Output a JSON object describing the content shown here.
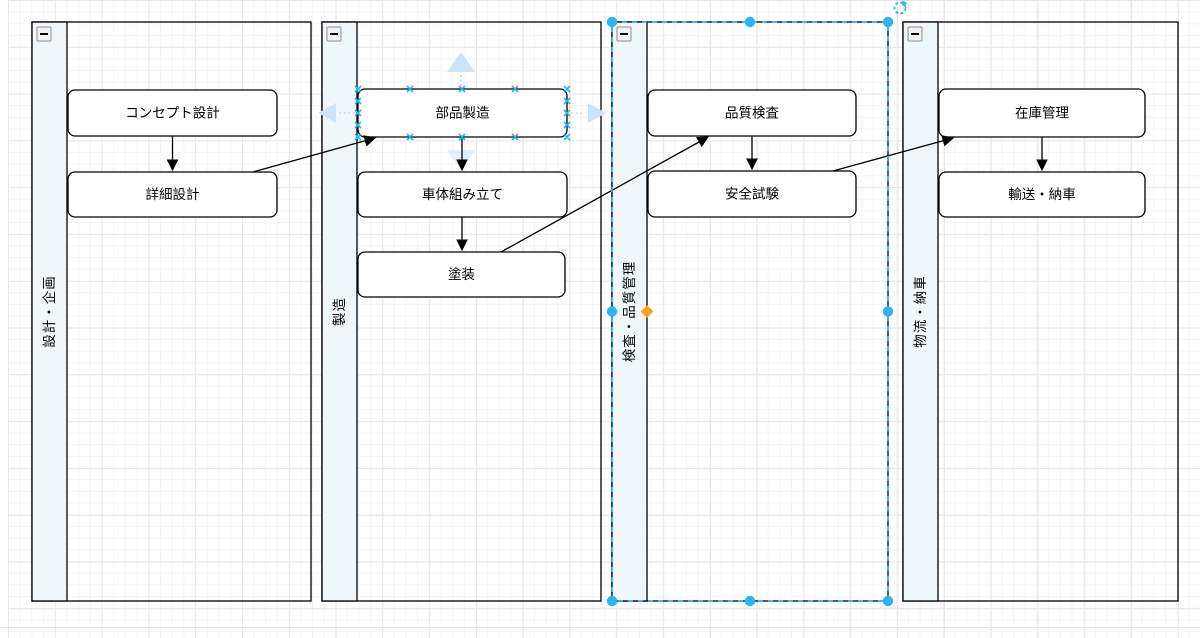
{
  "diagram": {
    "type": "swimlane-flowchart",
    "lanes": [
      {
        "title": "設計・企画",
        "selected": false,
        "boxes": [
          {
            "label": "コンセプト設計"
          },
          {
            "label": "詳細設計"
          }
        ]
      },
      {
        "title": "製造",
        "selected": false,
        "boxes": [
          {
            "label": "部品製造",
            "hovered": true
          },
          {
            "label": "車体組み立て"
          },
          {
            "label": "塗装"
          }
        ]
      },
      {
        "title": "検査・品質管理",
        "selected": true,
        "boxes": [
          {
            "label": "品質検査"
          },
          {
            "label": "安全試験"
          }
        ]
      },
      {
        "title": "物流・納車",
        "selected": false,
        "boxes": [
          {
            "label": "在庫管理"
          },
          {
            "label": "輸送・納車"
          }
        ]
      }
    ],
    "edges": [
      {
        "from": "コンセプト設計",
        "to": "詳細設計"
      },
      {
        "from": "詳細設計",
        "to": "部品製造"
      },
      {
        "from": "部品製造",
        "to": "車体組み立て"
      },
      {
        "from": "車体組み立て",
        "to": "塗装"
      },
      {
        "from": "塗装",
        "to": "品質検査"
      },
      {
        "from": "品質検査",
        "to": "安全試験"
      },
      {
        "from": "安全試験",
        "to": "在庫管理"
      },
      {
        "from": "在庫管理",
        "to": "輸送・納車"
      }
    ],
    "selection_state": {
      "selected_lane": "検査・品質管理",
      "hovered_box": "部品製造"
    },
    "colors": {
      "selection_handle": "#29b6f2",
      "label_move_handle": "#f7a01d",
      "hover_arrow": "#cde3f7",
      "lane_strip_fill": "#f0f7fb",
      "shape_stroke": "#000000",
      "shape_fill": "#ffffff"
    }
  }
}
